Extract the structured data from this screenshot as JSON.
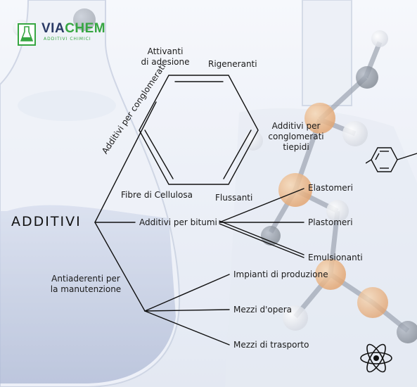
{
  "logo": {
    "brand_left": "VIA",
    "brand_right": "CHEM",
    "tagline": "ADDITIVI CHIMICI",
    "brand_color": "#2a3a66",
    "accent_color": "#37a642"
  },
  "diagram": {
    "root": "ADDITIVI",
    "branch_diagonal": "Additivi per conglomerati",
    "hexagon_labels": {
      "top_left": "Attivanti\ndi adesione",
      "top_right": "Rigeneranti",
      "right": "Additivi per\nconglomerati tiepidi",
      "bottom_left": "Fibre di Cellulosa",
      "bottom_right": "Flussanti"
    },
    "bitumi_hub": "Additivi per bitumi",
    "bitumi_leaves": [
      "Elastomeri",
      "Plastomeri",
      "Emulsionanti"
    ],
    "maintenance_hub": "Antiaderenti per\nla  manutenzione",
    "maintenance_leaves": [
      "Impianti di produzione",
      "Mezzi d'opera",
      "Mezzi di trasporto"
    ]
  },
  "icons": [
    "flask-icon",
    "benzene-ring-icon",
    "atom-icon"
  ]
}
